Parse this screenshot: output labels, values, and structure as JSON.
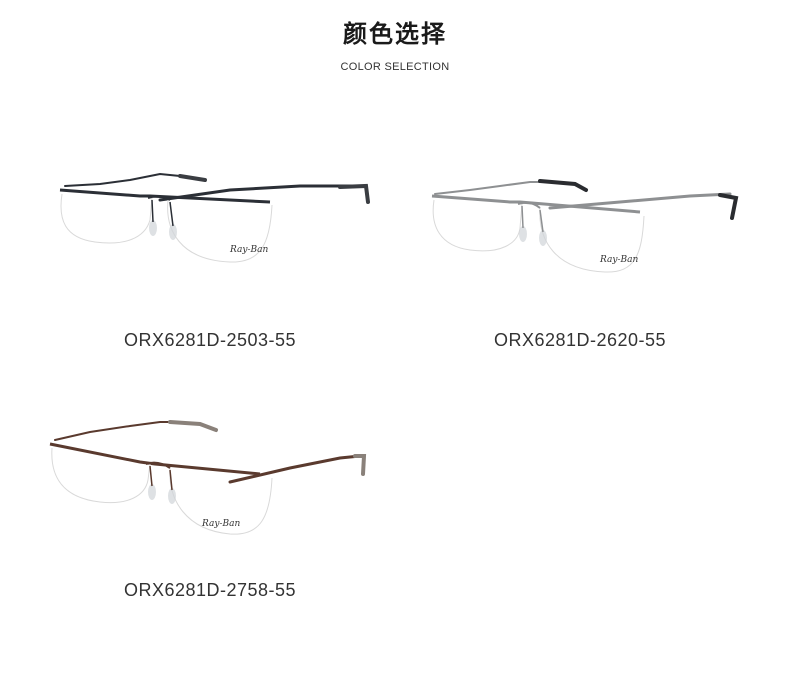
{
  "header": {
    "title": "颜色选择",
    "subtitle": "COLOR SELECTION"
  },
  "products": [
    {
      "code": "ORX6281D-2503-55",
      "frame_color": "#2b2f36",
      "temple_tip_color": "#3a3d42",
      "icon": "glasses-icon"
    },
    {
      "code": "ORX6281D-2620-55",
      "frame_color": "#8e9092",
      "temple_tip_color": "#2a2c30",
      "icon": "glasses-icon"
    },
    {
      "code": "ORX6281D-2758-55",
      "frame_color": "#5a3a2e",
      "temple_tip_color": "#8a817a",
      "icon": "glasses-icon"
    }
  ],
  "colors": {
    "background": "#ffffff",
    "text": "#333333"
  }
}
